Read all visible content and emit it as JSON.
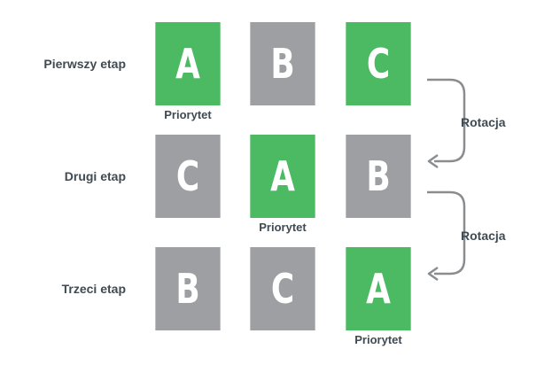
{
  "stages": [
    {
      "label": "Pierwszy etap",
      "tiles": [
        {
          "letter": "A",
          "color": "#4cb963",
          "priority": true
        },
        {
          "letter": "B",
          "color": "#9d9fa3",
          "priority": false
        },
        {
          "letter": "C",
          "color": "#4cb963",
          "priority": false
        }
      ]
    },
    {
      "label": "Drugi etap",
      "tiles": [
        {
          "letter": "C",
          "color": "#9d9fa3",
          "priority": false
        },
        {
          "letter": "A",
          "color": "#4cb963",
          "priority": true
        },
        {
          "letter": "B",
          "color": "#9d9fa3",
          "priority": false
        }
      ]
    },
    {
      "label": "Trzeci etap",
      "tiles": [
        {
          "letter": "B",
          "color": "#9d9fa3",
          "priority": false
        },
        {
          "letter": "C",
          "color": "#9d9fa3",
          "priority": false
        },
        {
          "letter": "A",
          "color": "#4cb963",
          "priority": true
        }
      ]
    }
  ],
  "priority_label": "Priorytet",
  "rotation_label": "Rotacja",
  "colors": {
    "green": "#4cb963",
    "gray": "#9d9fa3",
    "text": "#3f4a52",
    "arrow": "#8a8d90"
  }
}
